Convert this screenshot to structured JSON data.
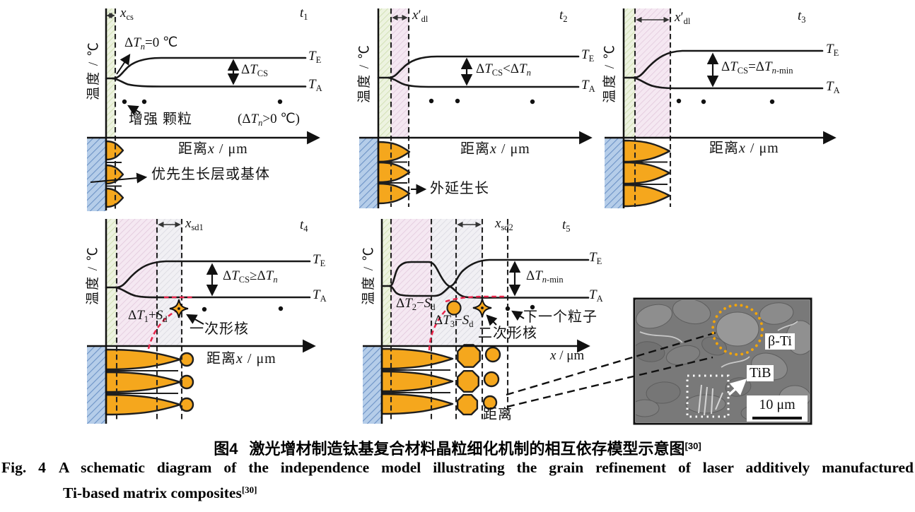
{
  "axis": {
    "y_label": "温度 / ℃"
  },
  "panels": {
    "t1": {
      "time": "<i>t</i><sub>1</sub>",
      "band": "<i>x</i><sub>cs</sub>",
      "note": "Δ<i>T<sub>n</sub></i>=0 ℃",
      "te": "<i>T</i><sub>E</sub>",
      "ta": "<i>T</i><sub>A</sub>",
      "delta": "Δ<i>T</i><sub>CS</sub>",
      "particles": "增强 颗粒",
      "paren": "(Δ<i>T<sub>n</sub></i>&gt;0 ℃)",
      "xlabel": "距离<i>x</i> / μm",
      "growth": "优先生长层或基体"
    },
    "t2": {
      "time": "<i>t</i><sub>2</sub>",
      "band": "<i>x</i>′<sub>dl</sub>",
      "te": "<i>T</i><sub>E</sub>",
      "ta": "<i>T</i><sub>A</sub>",
      "delta": "Δ<i>T</i><sub>CS</sub>&lt;Δ<i>T<sub>n</sub></i>",
      "xlabel": "距离<i>x</i> / μm",
      "epitaxial": "外延生长"
    },
    "t3": {
      "time": "<i>t</i><sub>3</sub>",
      "band": "<i>x</i>′<sub>dl</sub>",
      "te": "<i>T</i><sub>E</sub>",
      "ta": "<i>T</i><sub>A</sub>",
      "delta": "Δ<i>T</i><sub>CS</sub>=Δ<i>T</i><sub><i>n</i>-min</sub>",
      "xlabel": "距离<i>x</i> / μm"
    },
    "t4": {
      "time": "<i>t</i><sub>4</sub>",
      "band": "<i>x</i><sub>sd1</sub>",
      "te": "<i>T</i><sub>E</sub>",
      "ta": "<i>T</i><sub>A</sub>",
      "delta": "Δ<i>T</i><sub>CS</sub>≥Δ<i>T<sub>n</sub></i>",
      "sum1": "Δ<i>T</i><sub>1</sub>+<i>S</i><sub>d</sub>",
      "primary": "一次形核",
      "xlabel": "距离<i>x</i> / μm"
    },
    "t5": {
      "time": "<i>t</i><sub>5</sub>",
      "band": "<i>x</i><sub>sd2</sub>",
      "te": "<i>T</i><sub>E</sub>",
      "ta": "<i>T</i><sub>A</sub>",
      "delta": "Δ<i>T</i><sub><i>n</i>-min</sub>",
      "sum2": "Δ<i>T</i><sub>2</sub>−<i>S</i><sub>d</sub>",
      "sum3": "Δ<i>T</i><sub>3</sub>−<i>S</i><sub>d</sub>",
      "secondary": "二次形核",
      "next_particle": "下一个粒子",
      "xlabel": "<i>x</i> / μm",
      "distance": "距离"
    }
  },
  "sem": {
    "beta": "β-Ti",
    "tib": "TiB",
    "scale": "10 μm"
  },
  "caption": {
    "cn_fig": "图4",
    "cn_text": "激光增材制造钛基复合材料晶粒细化机制的相互依存模型示意图",
    "cn_ref": "[30]",
    "en_fig": "Fig. 4",
    "en_line1": "A schematic diagram of the independence model illustrating the grain refinement of laser additively manufactured",
    "en_line2": "Ti-based matrix composites",
    "en_ref": "[30]"
  },
  "colors": {
    "grain_orange": "#f5a71d",
    "substrate_blue": "#b5cde9",
    "band_green": "#edf3e0",
    "band_pink": "#f5e8f2",
    "band_gray": "#f1f0f4",
    "red_dashed": "#e8254b",
    "sem_circle_orange": "#f2a50a"
  }
}
